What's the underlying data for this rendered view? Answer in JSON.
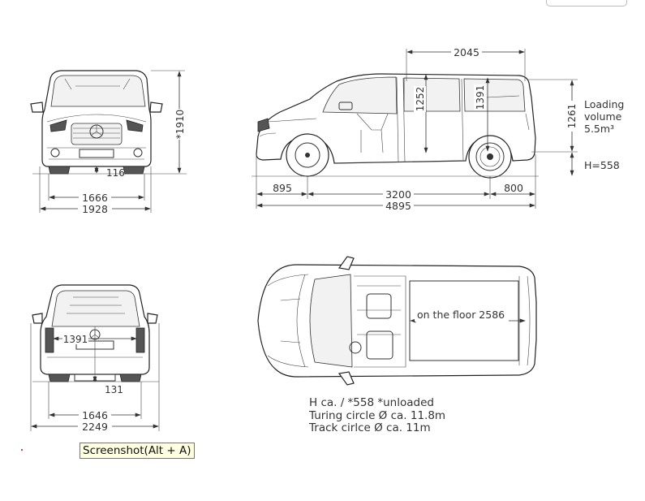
{
  "front_view": {
    "height_label": "*1910",
    "ground_clearance_label": "116",
    "track_label": "1666",
    "width_label": "1928"
  },
  "rear_view": {
    "door_width_label": "1391",
    "step_label": "131",
    "track_label": "1646",
    "width_mirrors_label": "2249"
  },
  "side_view": {
    "cargo_length_label": "2045",
    "height_front_label": "1252",
    "height_rear_label": "1391",
    "door_height_label": "1261",
    "front_overhang_label": "895",
    "wheelbase_label": "3200",
    "rear_overhang_label": "800",
    "overall_length_label": "4895",
    "loading_volume_line1": "Loading",
    "loading_volume_line2": "volume",
    "loading_volume_line3": "5.5m³",
    "loading_height_label": "H=558"
  },
  "top_view": {
    "floor_label": "on the floor 2586"
  },
  "notes": {
    "line1": "H ca. / *558   *unloaded",
    "line2": "Turing circle Ø ca. 11.8m",
    "line3": "Track cirlce Ø ca. 11m"
  },
  "tooltip": {
    "label": "Screenshot(Alt + A)"
  }
}
